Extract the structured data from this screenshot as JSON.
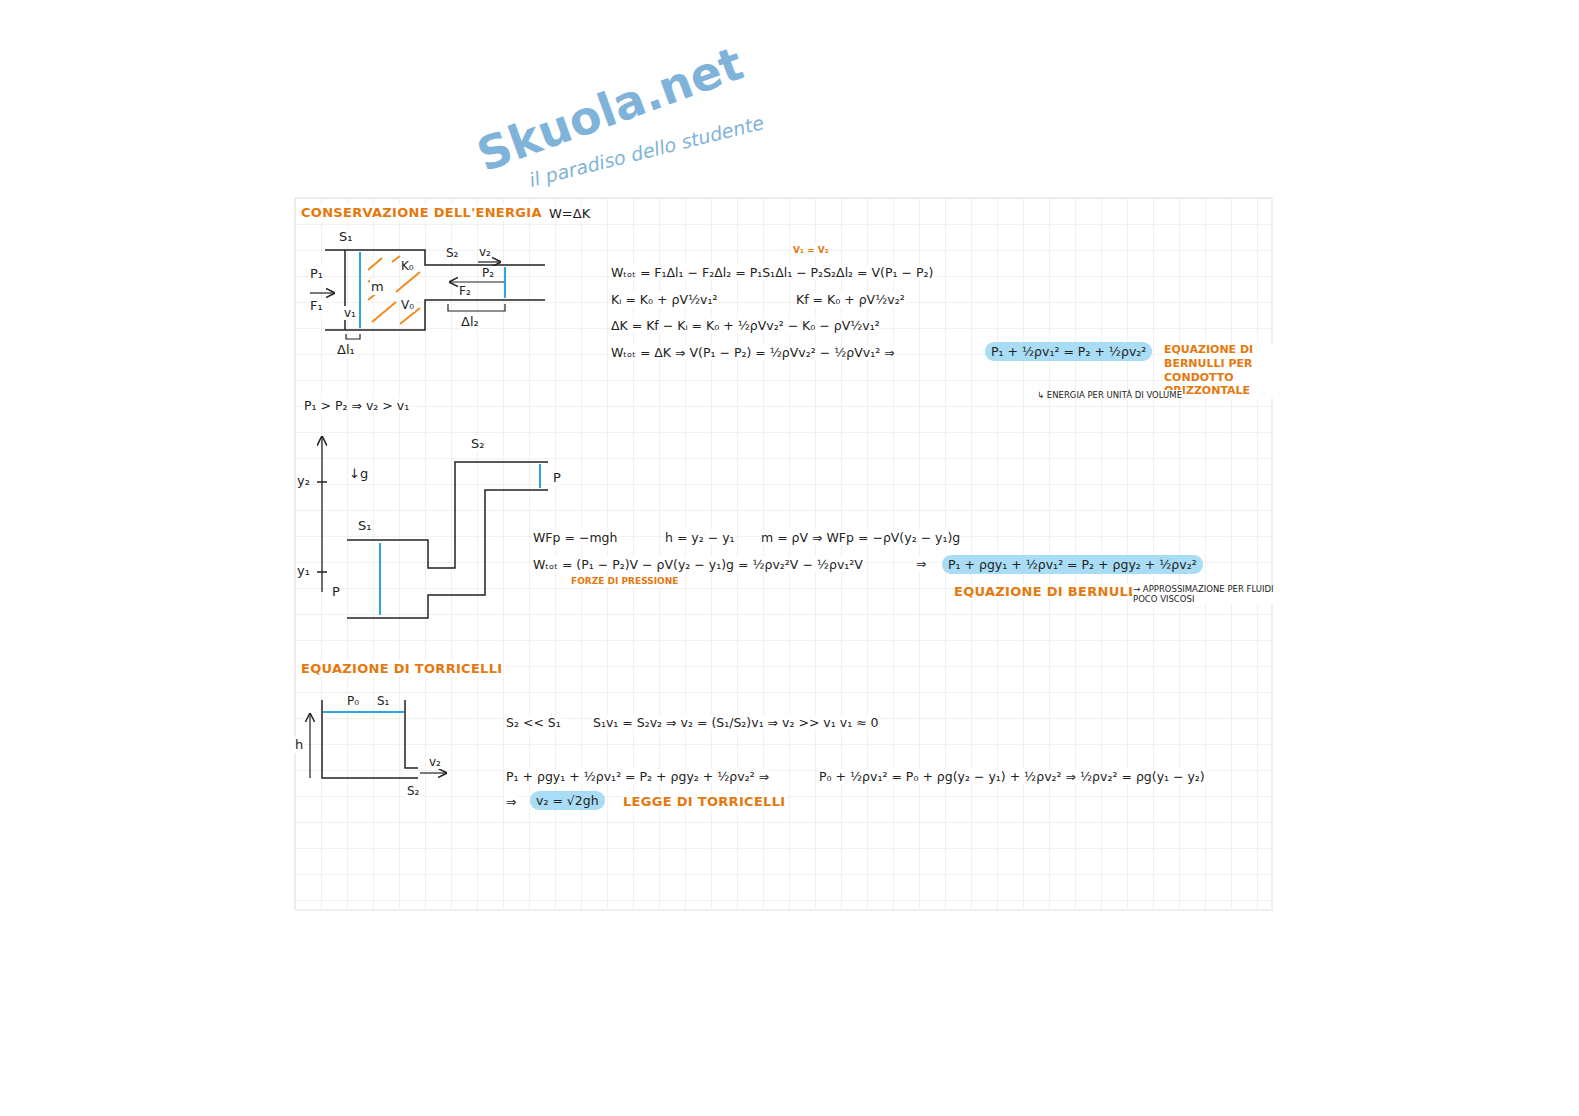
{
  "diagram": {
    "labels": [
      "CONSERVAZIONE DELL'ENERGIA",
      "W=ΔK",
      "S₁",
      "P₁",
      "F₁",
      "v₁",
      "m",
      "K₀",
      "V₀",
      "S₂",
      "v₂",
      "P₂",
      "F₂",
      "Δl₁",
      "Δl₂",
      "V₁ = V₂",
      "Wₜₒₜ = F₁Δl₁ − F₂Δl₂ = P₁S₁Δl₁ − P₂S₂Δl₂ = V(P₁ − P₂)",
      "Kᵢ = K₀ + ρV½v₁²",
      "Kf = K₀ + ρV½v₂²",
      "ΔK = Kf − Kᵢ = K₀ + ½ρVv₂² − K₀ − ρV½v₁²",
      "Wₜₒₜ = ΔK  ⇒  V(P₁ − P₂) = ½ρVv₂² − ½ρVv₁²  ⇒",
      "P₁ + ½ρv₁² = P₂ + ½ρv₂²",
      "EQUAZIONE DI BERNULLI PER CONDOTTO ORIZZONTALE",
      "↳ ENERGIA PER UNITÀ DI VOLUME",
      "P₁ > P₂ ⇒ v₂ > v₁",
      "y₂",
      "y₁",
      "↓g",
      "S₂",
      "S₁",
      "P",
      "P",
      "WFp = −mgh",
      "h = y₂ − y₁",
      "m = ρV  ⇒  WFp = −ρV(y₂ − y₁)g",
      "Wₜₒₜ = (P₁ − P₂)V − ρV(y₂ − y₁)g = ½ρv₂²V − ½ρv₁²V",
      "FORZE DI PRESSIONE",
      "⇒",
      "P₁ + ρgy₁ + ½ρv₁² = P₂ + ρgy₂ + ½ρv₂²",
      "EQUAZIONE DI BERNULLI",
      "→ APPROSSIMAZIONE PER FLUIDI POCO VISCOSI",
      "EQUAZIONE DI TORRICELLI",
      "P₀",
      "S₁",
      "h",
      "v₂",
      "S₂",
      "S₂ << S₁",
      "S₁v₁ = S₂v₂  ⇒  v₂ = (S₁/S₂)v₁  ⇒  v₂ >> v₁    v₁ ≈ 0",
      "P₁ + ρgy₁ + ½ρv₁² = P₂ + ρgy₂ + ½ρv₂²  ⇒",
      "P₀ + ½ρv₁² = P₀ + ρg(y₂ − y₁) + ½ρv₂²  ⇒  ½ρv₂² = ρg(y₁ − y₂)",
      "⇒",
      "v₂ = √2gh",
      "LEGGE DI TORRICELLI",
      "Skuola.net",
      "il paradiso dello studente"
    ]
  }
}
